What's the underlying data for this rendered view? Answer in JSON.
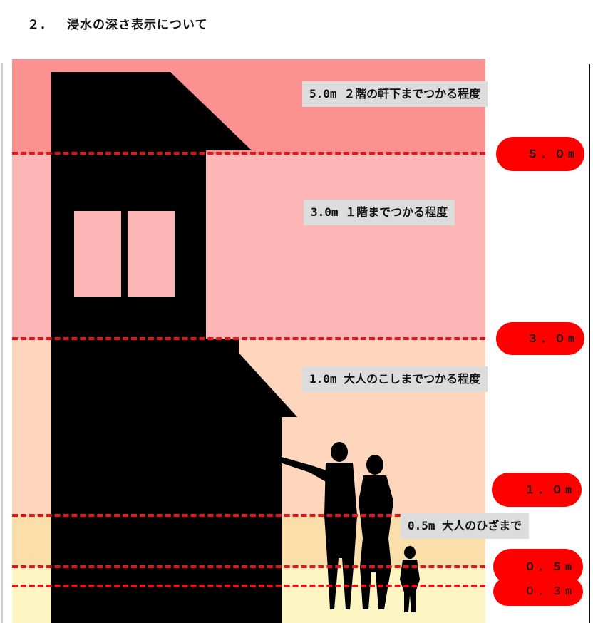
{
  "heading": {
    "number": "２．",
    "title": "浸水の深さ表示について"
  },
  "captions": {
    "c50": "5.0m ２階の軒下までつかる程度",
    "c30": "3.0m １階までつかる程度",
    "c10": "1.0m 大人のこしまでつかる程度",
    "c05": "0.5m 大人のひざまで"
  },
  "depth_badges": {
    "d50": "５．０m",
    "d30": "３．０m",
    "d10": "１．０m",
    "d05": "０．５m",
    "d03": "０．３m"
  },
  "colors": {
    "band_top": "#fb9191",
    "band_2": "#fcb6b5",
    "band_3": "#fdd6bd",
    "band_4": "#fbdfaa",
    "band_5": "#fdf6c2",
    "dash_red": "#e5141b",
    "badge_red": "#ff0000",
    "caption_gray": "#dcdcdc",
    "silhouette": "#000000"
  }
}
